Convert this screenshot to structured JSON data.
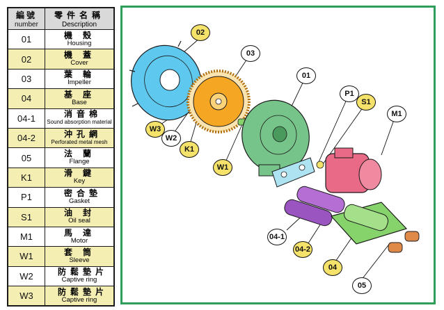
{
  "legend": {
    "header": {
      "num_zh": "編號",
      "num_en": "number",
      "desc_zh": "零件名稱",
      "desc_en": "Description"
    },
    "rows": [
      {
        "num": "01",
        "zh": "機殼",
        "en": "Housing"
      },
      {
        "num": "02",
        "zh": "機蓋",
        "en": "Cover"
      },
      {
        "num": "03",
        "zh": "葉輪",
        "en": "Impeller"
      },
      {
        "num": "04",
        "zh": "基座",
        "en": "Base"
      },
      {
        "num": "04-1",
        "zh": "消音棉",
        "en": "Sound absorption material"
      },
      {
        "num": "04-2",
        "zh": "沖孔網",
        "en": "Perforated metal mesh"
      },
      {
        "num": "05",
        "zh": "法蘭",
        "en": "Flange"
      },
      {
        "num": "K1",
        "zh": "滑鍵",
        "en": "Key"
      },
      {
        "num": "P1",
        "zh": "密合墊",
        "en": "Gasket"
      },
      {
        "num": "S1",
        "zh": "油封",
        "en": "Oil seal"
      },
      {
        "num": "M1",
        "zh": "馬達",
        "en": "Motor"
      },
      {
        "num": "W1",
        "zh": "套筒",
        "en": "Sleeve"
      },
      {
        "num": "W2",
        "zh": "防鬆墊片",
        "en": "Captive ring"
      },
      {
        "num": "W3",
        "zh": "防鬆墊片",
        "en": "Captive ring"
      }
    ]
  },
  "callouts": {
    "c02": "02",
    "c03": "03",
    "c01": "01",
    "cp1": "P1",
    "cs1": "S1",
    "cm1": "M1",
    "cw3": "W3",
    "cw2": "W2",
    "ck1": "K1",
    "cw1": "W1",
    "c041": "04-1",
    "c042": "04-2",
    "c04": "04",
    "c05": "05"
  },
  "colors": {
    "frame": "#2e9e5a",
    "cover": "#5fc8ee",
    "impeller": "#f5a623",
    "housing": "#77c48a",
    "motor": "#e86a86",
    "base": "#86d36b",
    "absorber": "#b56fd4",
    "flange": "#e08a4a",
    "gasket": "#aee3f2",
    "callout_yellow": "#f4e26a",
    "row_yellow": "#f4eeb3"
  }
}
